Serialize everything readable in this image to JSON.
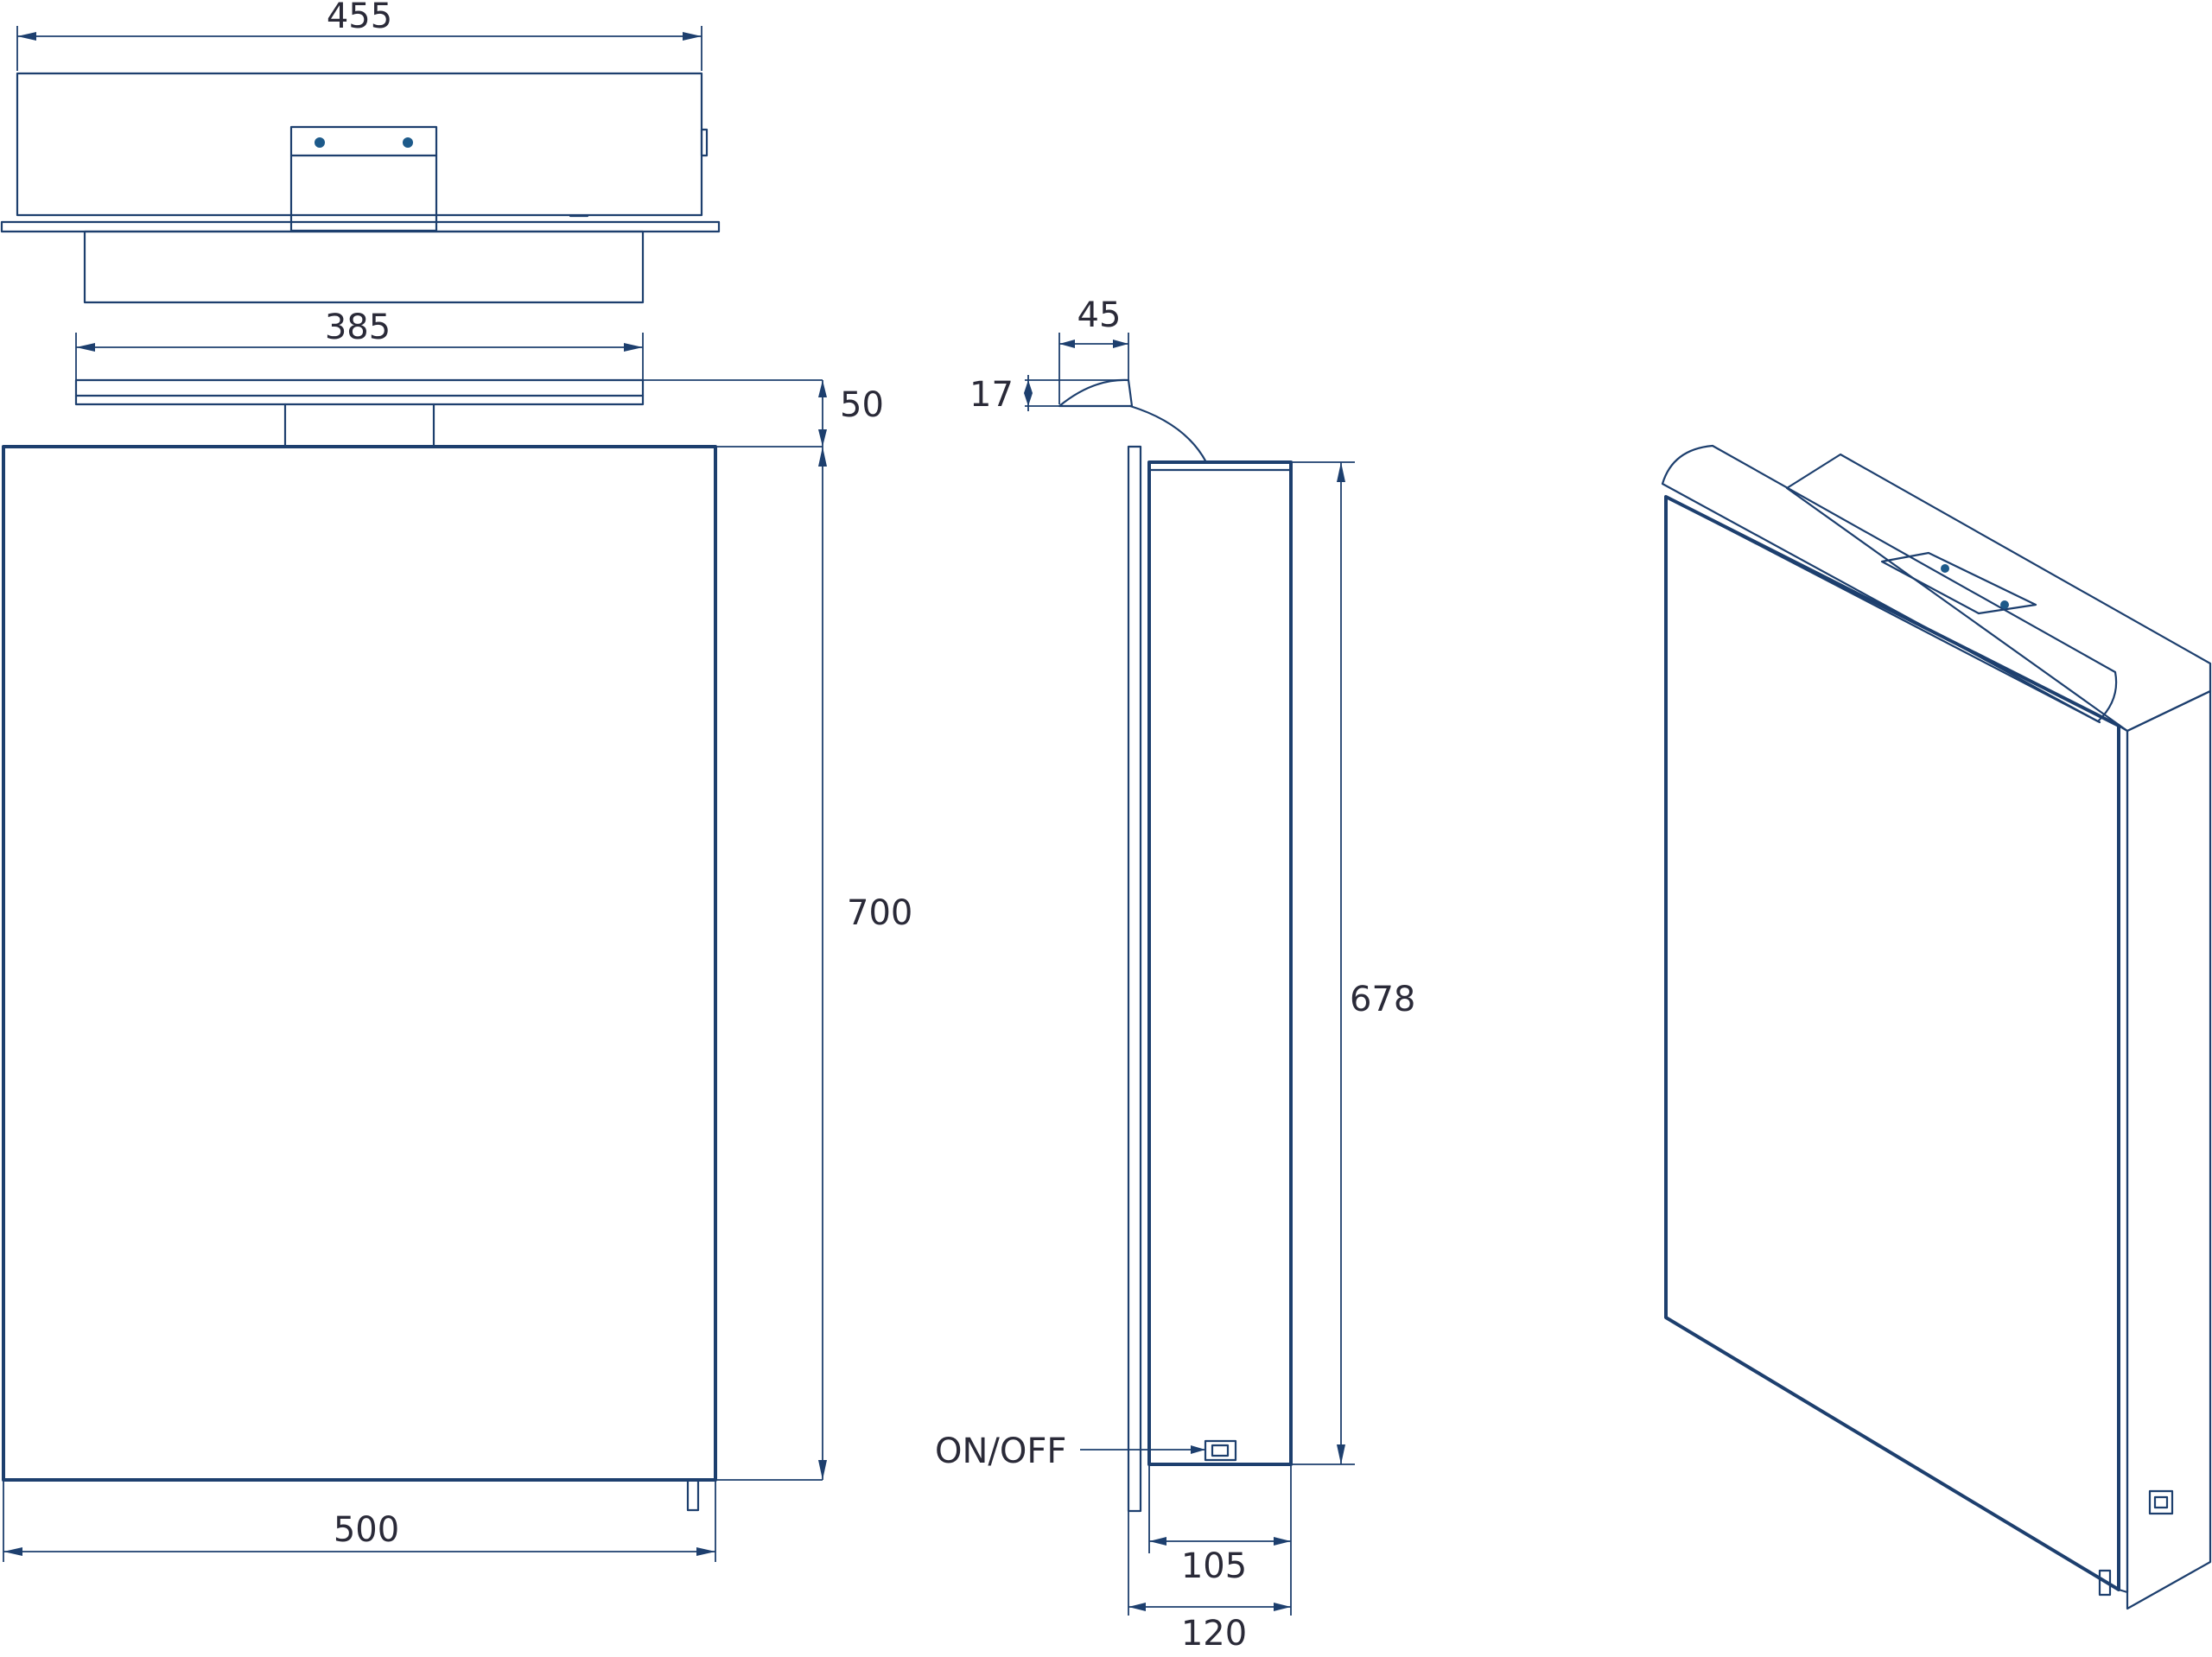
{
  "dimensions": {
    "top_view_width": "455",
    "light_width": "385",
    "light_height": "50",
    "cabinet_height": "700",
    "cabinet_width": "500",
    "light_depth": "45",
    "light_thickness": "17",
    "body_height": "678",
    "body_depth": "105",
    "total_depth": "120"
  },
  "labels": {
    "switch": "ON/OFF"
  },
  "colors": {
    "line": "#1d3f6e",
    "text": "#2a2a38",
    "background": "#ffffff"
  }
}
